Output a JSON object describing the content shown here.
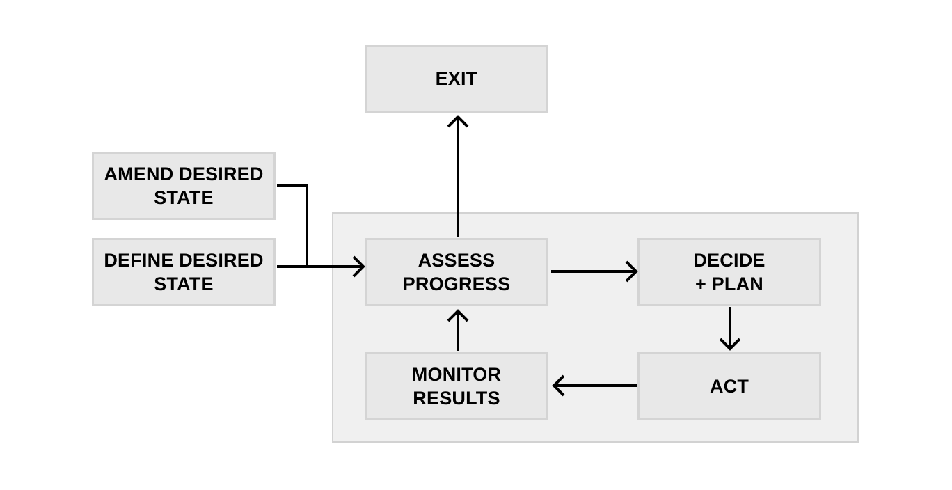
{
  "nodes": {
    "exit": "EXIT",
    "amend_desired_state": "AMEND DESIRED\nSTATE",
    "define_desired_state": "DEFINE DESIRED\nSTATE",
    "assess_progress": "ASSESS\nPROGRESS",
    "decide_plan": "DECIDE\n+ PLAN",
    "monitor_results": "MONITOR\nRESULTS",
    "act": "ACT"
  },
  "edges": [
    {
      "from": "amend_desired_state",
      "to": "assess_progress"
    },
    {
      "from": "define_desired_state",
      "to": "assess_progress"
    },
    {
      "from": "assess_progress",
      "to": "exit"
    },
    {
      "from": "assess_progress",
      "to": "decide_plan"
    },
    {
      "from": "decide_plan",
      "to": "act"
    },
    {
      "from": "act",
      "to": "monitor_results"
    },
    {
      "from": "monitor_results",
      "to": "assess_progress"
    }
  ],
  "colors": {
    "node_fill": "#e8e8e8",
    "node_border": "#d4d4d4",
    "group_fill": "#f0f0f0",
    "group_border": "#d2d2d2",
    "arrow": "#000000"
  }
}
